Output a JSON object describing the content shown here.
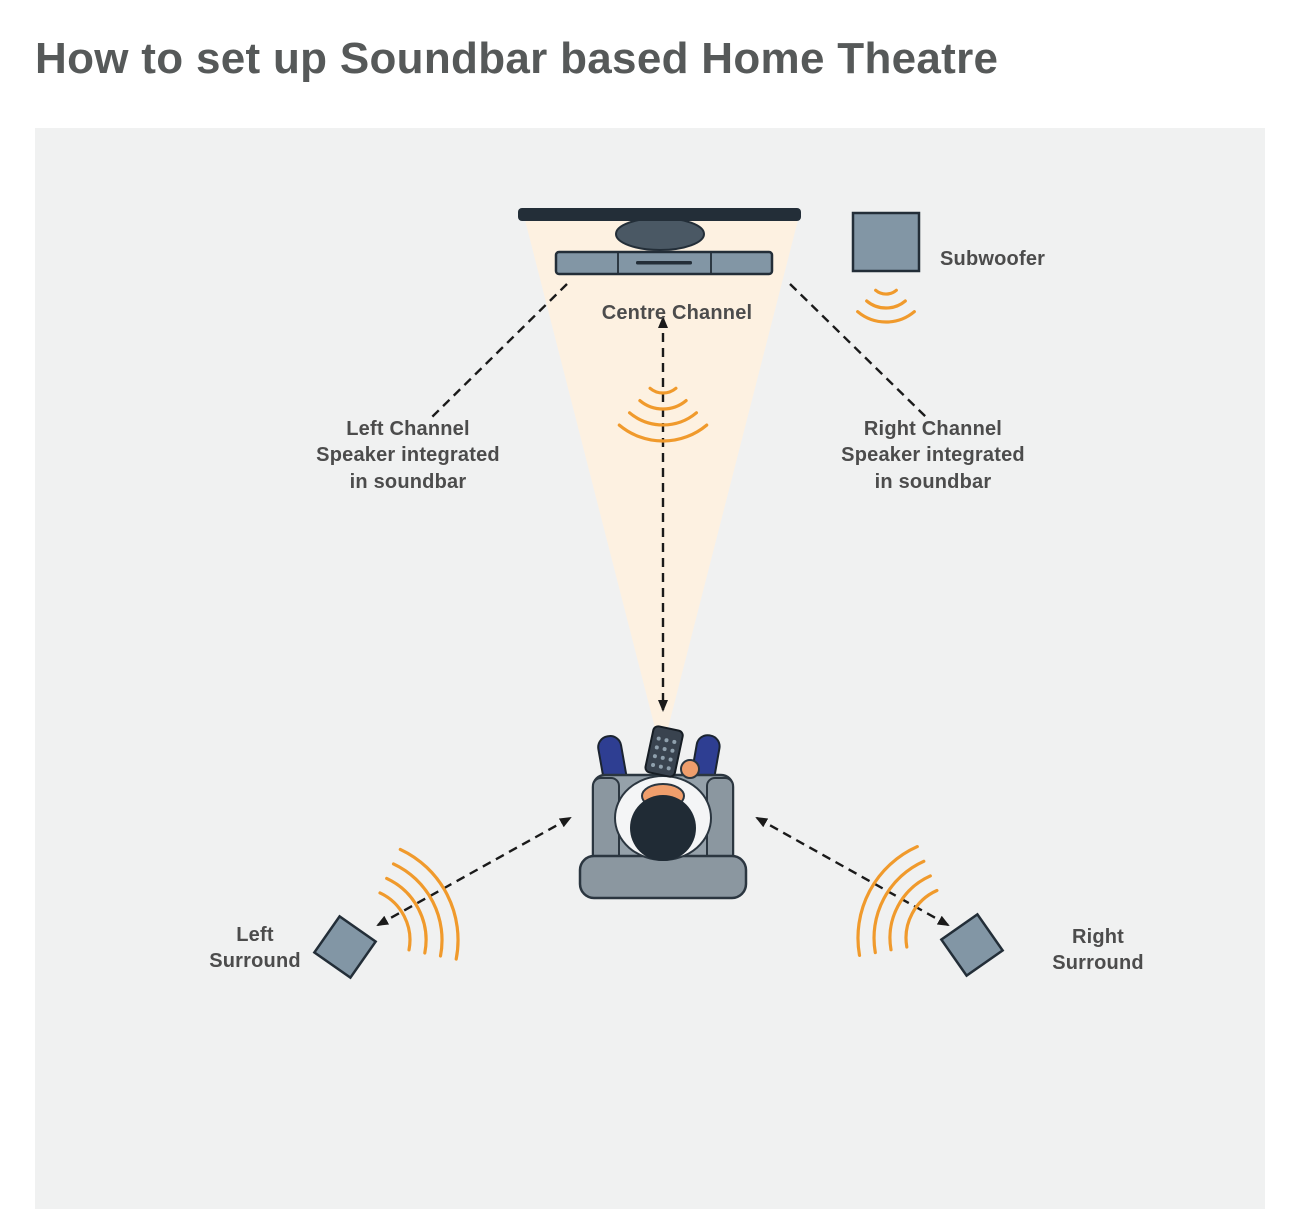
{
  "page": {
    "title": "How to set up Soundbar based Home Theatre"
  },
  "diagram": {
    "labels": {
      "centre_channel": "Centre Channel",
      "subwoofer": "Subwoofer",
      "left_channel": "Left Channel\nSpeaker integrated\nin soundbar",
      "right_channel": "Right Channel\nSpeaker integrated\nin soundbar",
      "left_surround": "Left\nSurround",
      "right_surround": "Right\nSurround"
    },
    "colors": {
      "panel_background": "#f0f1f1",
      "title_text": "#565959",
      "label_text": "#4c4c4c",
      "speaker_fill": "#8296a5",
      "speaker_outline": "#232e38",
      "sound_wave_orange": "#f09a2c",
      "light_cone": "#fdf1e1",
      "arrow_black": "#1a1a1a",
      "sleeve_blue": "#2e3e92",
      "skin_tone": "#ef9e6c"
    }
  }
}
